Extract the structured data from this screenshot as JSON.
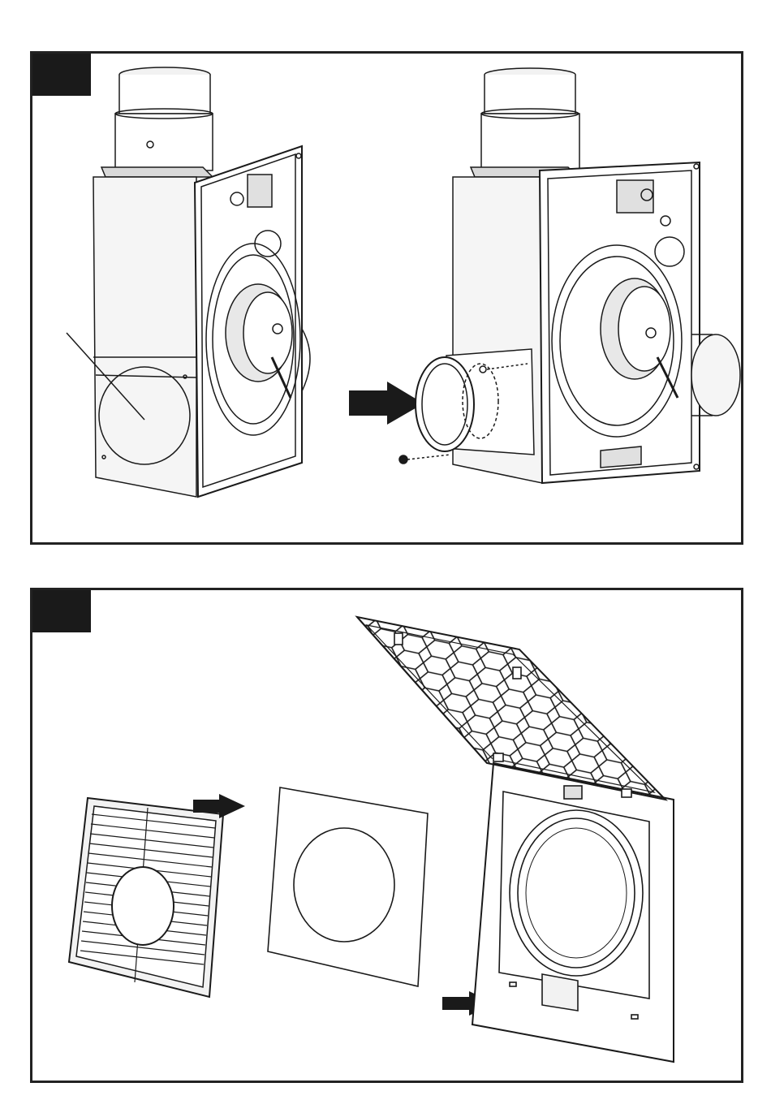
{
  "colors": {
    "line": "#1a1a1a",
    "fill_light": "#f2f2f2",
    "fill_mid": "#d9d9d9",
    "tab": "#1a1a1a"
  },
  "panels": [
    {
      "name": "step-panel-top",
      "step_tab_text": "",
      "elements": [
        "fan-unit-without-spigot",
        "insert-arrow",
        "fan-unit-with-side-spigot"
      ]
    },
    {
      "name": "step-panel-bottom",
      "step_tab_text": "",
      "elements": [
        "louvred-grille",
        "arrow-small",
        "gasket-sheet",
        "arrow-small-lower",
        "mounting-plate-with-hinged-filter-grille"
      ]
    }
  ]
}
